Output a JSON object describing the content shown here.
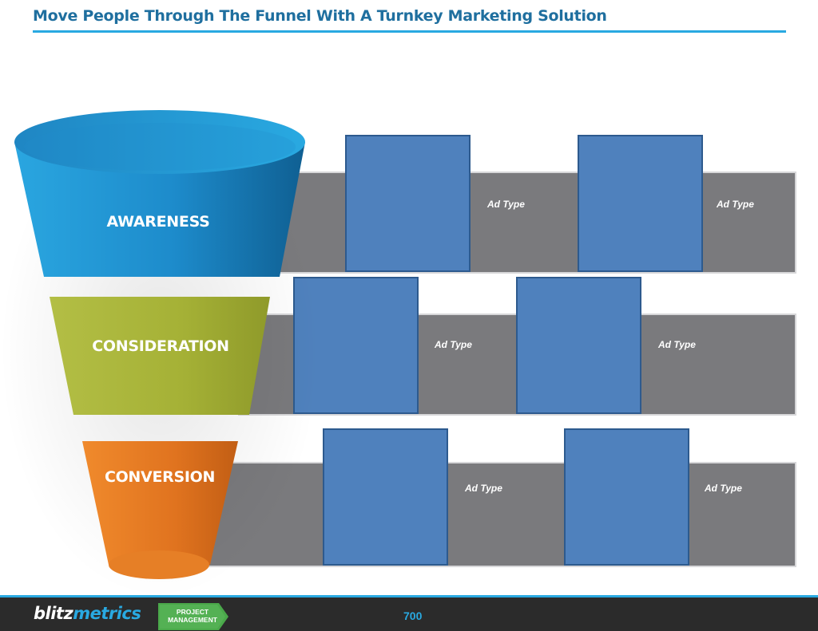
{
  "slide": {
    "title": "Move People Through The Funnel With A Turnkey Marketing Solution"
  },
  "funnel": {
    "stages": [
      {
        "label": "AWARENESS",
        "color": "#1b8fd0",
        "ad_labels": [
          "Ad Type",
          "Ad Type"
        ]
      },
      {
        "label": "CONSIDERATION",
        "color": "#a8b43a",
        "ad_labels": [
          "Ad Type",
          "Ad Type"
        ]
      },
      {
        "label": "CONVERSION",
        "color": "#e27722",
        "ad_labels": [
          "Ad Type",
          "Ad Type"
        ]
      }
    ],
    "band_color": "#7a7a7d",
    "ad_box_color": "#4f81bd"
  },
  "footer": {
    "brand_part1": "blitz",
    "brand_part2": "metrics",
    "badge_text": "PROJECT\nMANAGEMENT",
    "page_number": "700"
  }
}
